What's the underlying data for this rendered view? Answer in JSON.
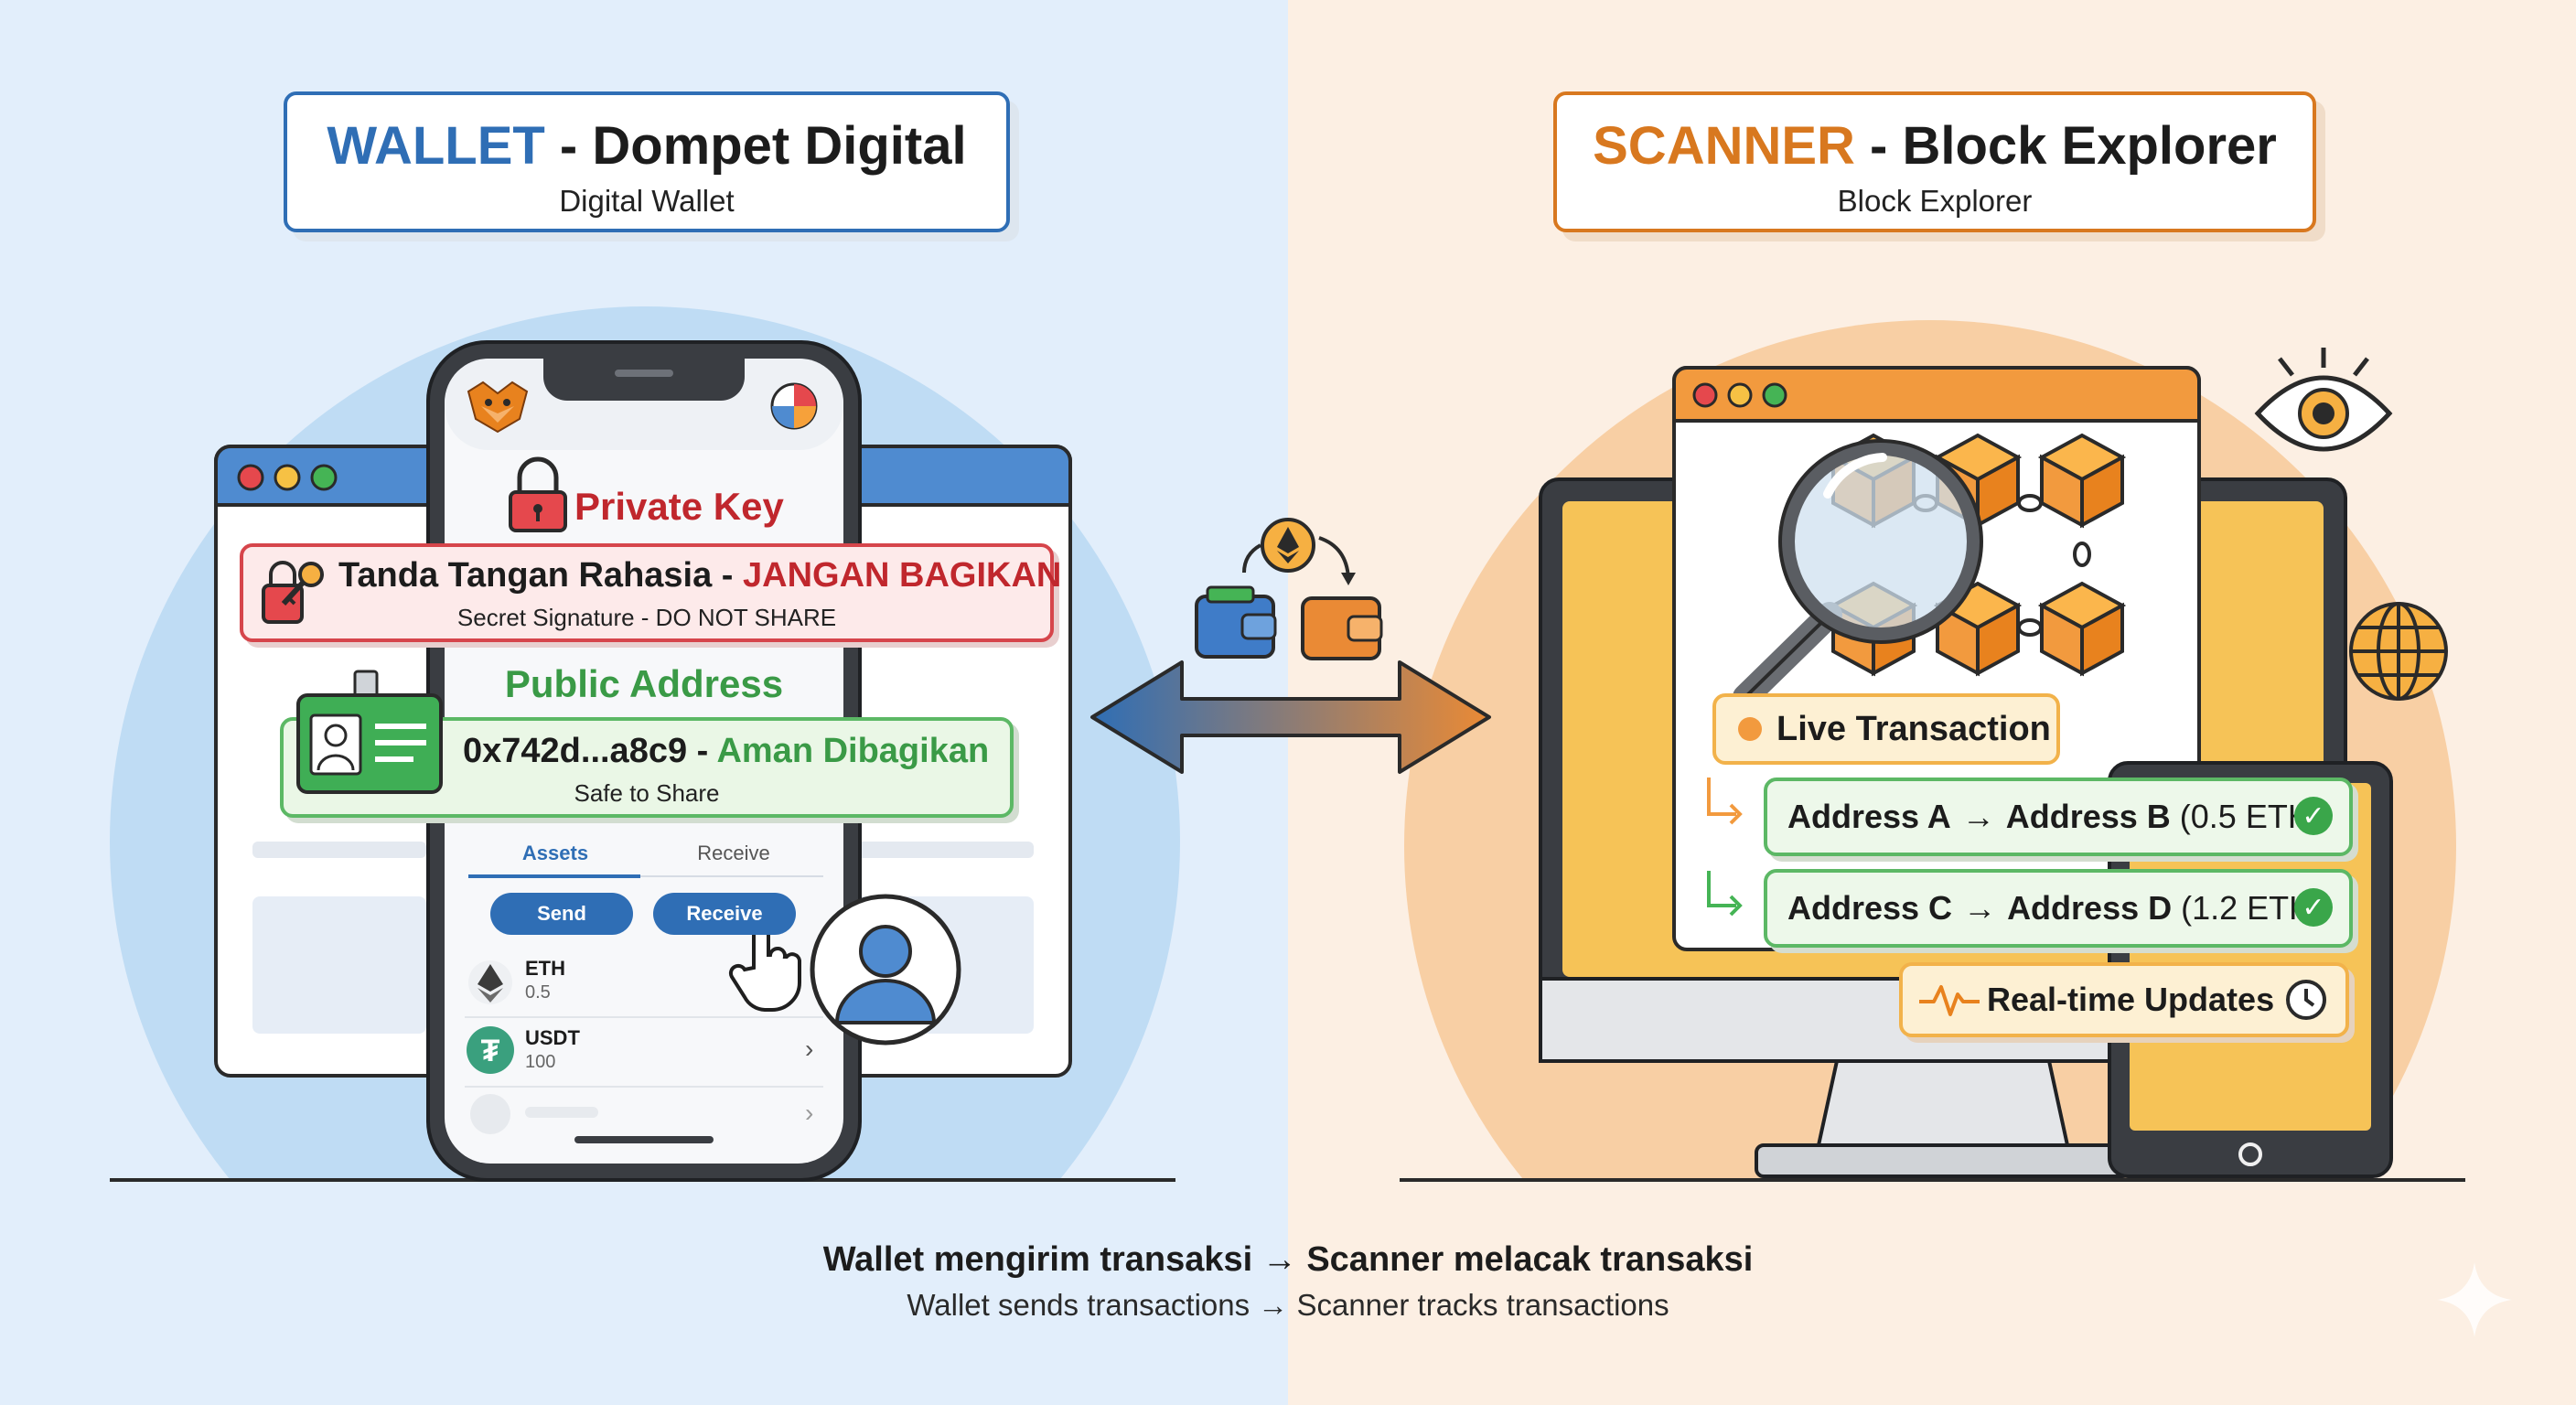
{
  "wallet_panel": {
    "title_keyword": "WALLET",
    "title_rest": " - Dompet Digital",
    "subtitle": "Digital Wallet"
  },
  "scanner_panel": {
    "title_keyword": "SCANNER",
    "title_rest": " - Block Explorer",
    "subtitle": "Block Explorer"
  },
  "private_key": {
    "heading": "Private Key",
    "label": "Tanda Tangan Rahasia - ",
    "warning": "JANGAN BAGIKAN",
    "sublabel": "Secret Signature - DO NOT SHARE"
  },
  "public_address": {
    "heading": "Public Address",
    "address": "0x742d...a8c9",
    "separator": " - ",
    "safe_label": "Aman Dibagikan",
    "sublabel": "Safe to Share"
  },
  "phone": {
    "tabs": [
      "Assets",
      "Receive"
    ],
    "send_button": "Send",
    "receive_button": "Receive",
    "assets": [
      {
        "symbol": "ETH",
        "amount": "0.5"
      },
      {
        "symbol": "USDT",
        "amount": "100"
      }
    ]
  },
  "explorer": {
    "live_label": "Live Transaction",
    "transactions": [
      {
        "from": "Address A",
        "to": "Address B",
        "amount": "(0.5 ETH)"
      },
      {
        "from": "Address C",
        "to": "Address D",
        "amount": "(1.2 ETH)"
      }
    ],
    "realtime_label": "Real-time Updates"
  },
  "caption": {
    "main": "Wallet mengirim transaksi → Scanner melacak transaksi",
    "sub": "Wallet sends transactions → Scanner tracks transactions"
  },
  "colors": {
    "wallet_accent": "#2f6eb5",
    "scanner_accent": "#d8781f",
    "danger": "#c0272d",
    "safe": "#3a9a46"
  }
}
